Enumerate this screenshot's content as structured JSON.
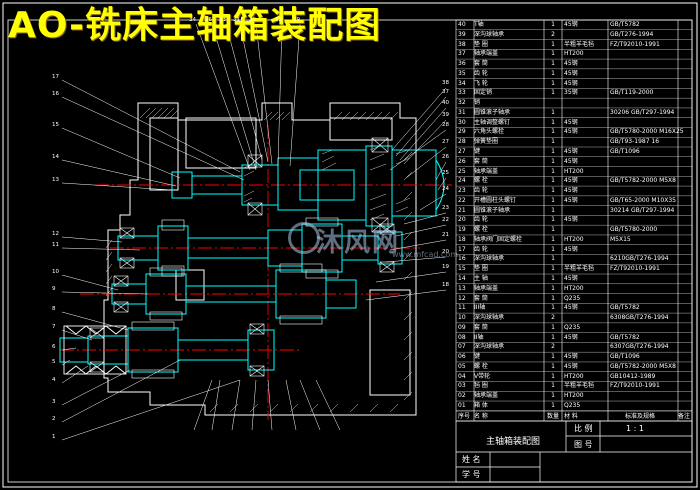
{
  "title": "AO-铣床主轴箱装配图",
  "watermark": {
    "brand": "沐风网",
    "url": "www.mfcad.com"
  },
  "bom": {
    "rows": [
      {
        "no": "40",
        "name": "T轴",
        "qty": "1",
        "mat": "45钢",
        "note": "GB/T5782"
      },
      {
        "no": "39",
        "name": "深沟球轴承",
        "qty": "2",
        "mat": "",
        "note": "GB/T276-1994"
      },
      {
        "no": "38",
        "name": "垫 圈",
        "qty": "1",
        "mat": "半粗羊毛毡",
        "note": "FZ/T92010-1991"
      },
      {
        "no": "37",
        "name": "轴承端盖",
        "qty": "1",
        "mat": "HT200",
        "note": ""
      },
      {
        "no": "36",
        "name": "套 筒",
        "qty": "1",
        "mat": "45钢",
        "note": ""
      },
      {
        "no": "35",
        "name": "齿 轮",
        "qty": "1",
        "mat": "45钢",
        "note": ""
      },
      {
        "no": "34",
        "name": "飞 轮",
        "qty": "1",
        "mat": "45钢",
        "note": ""
      },
      {
        "no": "33",
        "name": "固定销",
        "qty": "1",
        "mat": "35钢",
        "note": "GB/T119-2000"
      },
      {
        "no": "32",
        "name": "销",
        "qty": "",
        "mat": "",
        "note": ""
      },
      {
        "no": "31",
        "name": "圆锥滚子轴承",
        "qty": "1",
        "mat": "",
        "note": "30206 GB/T297-1994"
      },
      {
        "no": "30",
        "name": "主轴调整螺钉",
        "qty": "1",
        "mat": "45钢",
        "note": ""
      },
      {
        "no": "29",
        "name": "六角头螺栓",
        "qty": "1",
        "mat": "45钢",
        "note": "GB/T5780-2000 M16X25"
      },
      {
        "no": "28",
        "name": "弹簧垫圈",
        "qty": "1",
        "mat": "",
        "note": "GB/T93-1987 16"
      },
      {
        "no": "27",
        "name": "键",
        "qty": "1",
        "mat": "45钢",
        "note": "GB/T1096"
      },
      {
        "no": "26",
        "name": "套 筒",
        "qty": "1",
        "mat": "45钢",
        "note": ""
      },
      {
        "no": "25",
        "name": "轴承端盖",
        "qty": "1",
        "mat": "HT200",
        "note": ""
      },
      {
        "no": "24",
        "name": "螺 栓",
        "qty": "1",
        "mat": "45钢",
        "note": "GB/T5782-2000 M5X8"
      },
      {
        "no": "23",
        "name": "齿 轮",
        "qty": "1",
        "mat": "45钢",
        "note": ""
      },
      {
        "no": "22",
        "name": "开槽圆柱头螺钉",
        "qty": "1",
        "mat": "45钢",
        "note": "GB/T65-2000 M10X35"
      },
      {
        "no": "21",
        "name": "圆锥滚子轴承",
        "qty": "1",
        "mat": "",
        "note": "30214 GB/T297-1994"
      },
      {
        "no": "20",
        "name": "齿 轮",
        "qty": "1",
        "mat": "45钢",
        "note": ""
      },
      {
        "no": "19",
        "name": "螺 栓",
        "qty": "1",
        "mat": "",
        "note": "GB/T5780-2000"
      },
      {
        "no": "18",
        "name": "轴承阀门固定螺栓",
        "qty": "1",
        "mat": "HT200",
        "note": "M5X15"
      },
      {
        "no": "17",
        "name": "齿 轮",
        "qty": "1",
        "mat": "45钢",
        "note": ""
      },
      {
        "no": "16",
        "name": "深沟球轴承",
        "qty": "1",
        "mat": "",
        "note": "6210GB/T276-1994"
      },
      {
        "no": "15",
        "name": "垫 圈",
        "qty": "1",
        "mat": "半粗羊毛毡",
        "note": "FZ/T92010-1991"
      },
      {
        "no": "14",
        "name": "主 轴",
        "qty": "1",
        "mat": "45钢",
        "note": ""
      },
      {
        "no": "13",
        "name": "轴承端盖",
        "qty": "1",
        "mat": "HT200",
        "note": ""
      },
      {
        "no": "12",
        "name": "套 筒",
        "qty": "1",
        "mat": "Q235",
        "note": ""
      },
      {
        "no": "11",
        "name": "III轴",
        "qty": "1",
        "mat": "45钢",
        "note": "GB/T5782"
      },
      {
        "no": "10",
        "name": "深沟球轴承",
        "qty": "2",
        "mat": "",
        "note": "6308GB/T276-1994"
      },
      {
        "no": "09",
        "name": "套 筒",
        "qty": "1",
        "mat": "Q235",
        "note": ""
      },
      {
        "no": "08",
        "name": "II轴",
        "qty": "1",
        "mat": "45钢",
        "note": "GB/T5782"
      },
      {
        "no": "07",
        "name": "深沟球轴承",
        "qty": "2",
        "mat": "",
        "note": "6307GB/T276-1994"
      },
      {
        "no": "06",
        "name": "键",
        "qty": "1",
        "mat": "45钢",
        "note": "GB/T1096"
      },
      {
        "no": "05",
        "name": "螺 栓",
        "qty": "1",
        "mat": "45钢",
        "note": "GB/T5782-2000 M5X8"
      },
      {
        "no": "04",
        "name": "V带轮",
        "qty": "1",
        "mat": "HT200",
        "note": "GB10412-1989"
      },
      {
        "no": "03",
        "name": "毡 圈",
        "qty": "1",
        "mat": "半粗羊毛毡",
        "note": "FZ/T92010-1991"
      },
      {
        "no": "02",
        "name": "轴承端盖",
        "qty": "1",
        "mat": "HT200",
        "note": ""
      },
      {
        "no": "01",
        "name": "箱 体",
        "qty": "1",
        "mat": "Q235",
        "note": ""
      }
    ],
    "header": {
      "no": "序号",
      "name": "名 称",
      "qty": "数量",
      "mat": "材 料",
      "note": "标准及规格",
      "remark": "备注"
    }
  },
  "title_block": {
    "drawing_name": "主轴箱装配图",
    "scale_label": "比 例",
    "scale_value": "1 : 1",
    "drawing_no_label": "图 号",
    "name_label": "姓 名",
    "student_no_label": "学 号"
  },
  "callouts": {
    "left": [
      "1",
      "2",
      "3",
      "4",
      "5",
      "6",
      "7",
      "8",
      "9",
      "10",
      "11",
      "12",
      "13",
      "14",
      "15",
      "16",
      "17"
    ],
    "top_left": [
      "34",
      "36",
      "33",
      "31",
      "30",
      "32",
      "29"
    ],
    "right": [
      "38",
      "37",
      "40",
      "39",
      "28",
      "27",
      "26",
      "25",
      "24",
      "23",
      "22",
      "21",
      "20",
      "19",
      "18"
    ]
  },
  "colors": {
    "frame": "#ffffff",
    "title": "#ffff00",
    "part_line": "#00ffff",
    "centerline": "#ff0000",
    "leader": "#ffffff",
    "hatch": "#ffffff"
  }
}
